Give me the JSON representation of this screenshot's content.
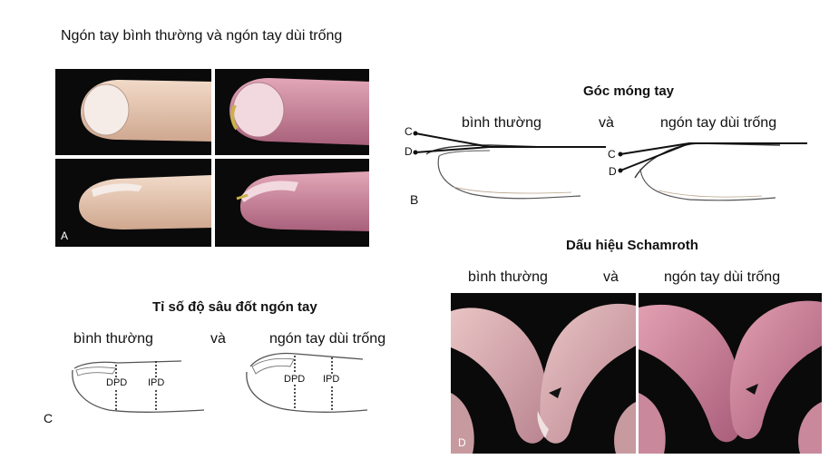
{
  "panel_a": {
    "title": "Ngón  tay bình thường và ngón tay dùi trống",
    "letter": "A"
  },
  "panel_b": {
    "title": "Góc móng tay",
    "normal": "bình thường",
    "and": "và",
    "clubbed": "ngón tay dùi trống",
    "letter": "B",
    "point_c": "C",
    "point_d": "D"
  },
  "panel_c": {
    "title": "Tỉ số độ sâu đốt ngón tay",
    "normal": "bình thường",
    "and": "và",
    "clubbed": "ngón tay dùi trống",
    "letter": "C",
    "dpd": "DPD",
    "ipd": "IPD"
  },
  "panel_d": {
    "title": "Dấu hiệu Schamroth",
    "normal": "bình thường",
    "and": "và",
    "clubbed": "ngón tay dùi trống",
    "letter": "D"
  },
  "colors": {
    "photo_bg": "#0a0a0a",
    "normal_skin": "#e8c8b4",
    "clubbed_skin": "#c98aa0"
  }
}
